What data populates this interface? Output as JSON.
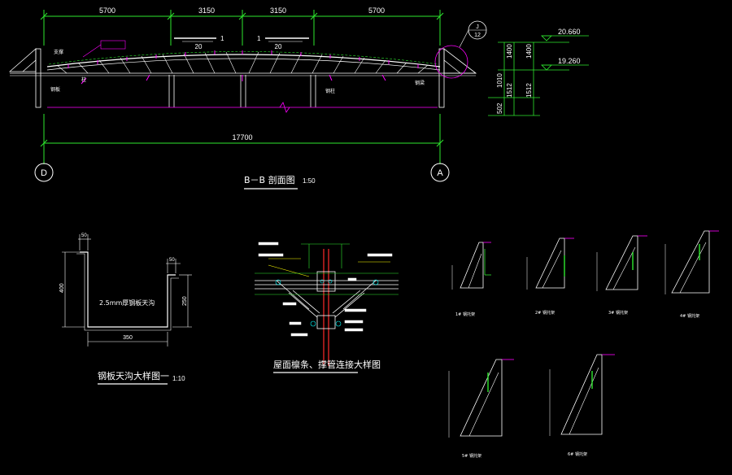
{
  "colors": {
    "background": "#000000",
    "dimension": "#2ee82e",
    "structure": "#ffffff",
    "annotation": "#ff00ff",
    "grid_line": "#ffffff",
    "accent_red": "#ff2a2a",
    "accent_yellow": "#ffff00",
    "accent_cyan": "#00ffff"
  },
  "section_bb": {
    "top_dims": [
      "5700",
      "3150",
      "3150",
      "5700"
    ],
    "total_dim": "17700",
    "slope_label": "20",
    "slope_num": "1",
    "axis_left": "D",
    "axis_right": "A",
    "title": "B－B 剖面图",
    "scale": "1:50",
    "elevation_high": "20.660",
    "elevation_low": "19.260",
    "right_dims": [
      "1400",
      "1400",
      "1512",
      "1512",
      "1010",
      "502"
    ],
    "detail_callout_top": "J",
    "detail_callout_bottom": "12",
    "labels": [
      "支撑",
      "钢板",
      "柱",
      "钢梁",
      "钢柱"
    ]
  },
  "gutter_detail": {
    "title": "钢板天沟大样图一",
    "scale": "1:10",
    "label": "2.5mm厚钢板天沟",
    "width": "350",
    "flange_left": "50",
    "flange_right": "50",
    "height_left": "400",
    "height_right": "250"
  },
  "connection_detail": {
    "title": "屋面檩条、撑管连接大样图"
  },
  "bracket_details": [
    {
      "label": "1# 钢托架"
    },
    {
      "label": "2# 钢托架"
    },
    {
      "label": "3# 钢托架"
    },
    {
      "label": "4# 钢托架"
    },
    {
      "label": "5# 钢托架"
    },
    {
      "label": "6# 钢托架"
    }
  ]
}
